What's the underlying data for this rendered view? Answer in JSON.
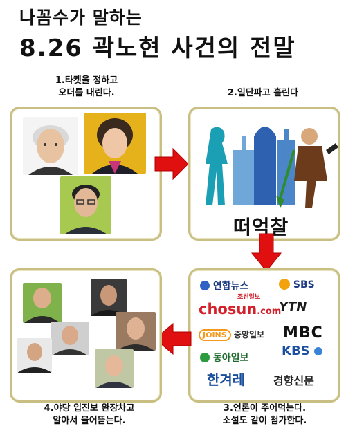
{
  "title": {
    "line1": "나꼼수가 말하는",
    "line2": "8.26 곽노현 사건의 전말"
  },
  "steps": [
    {
      "caption_line1": "1.타켓을 정하고",
      "caption_line2": "오더를 내린다."
    },
    {
      "caption_line1": "2.일단파고 흘린다",
      "caption_line2": ""
    },
    {
      "caption_line1": "3.언론이 주어먹는다.",
      "caption_line2": "소설도 같이 첨가한다."
    },
    {
      "caption_line1": "4.야당 입진보 완장차고",
      "caption_line2": "알아서 물어뜯는다."
    }
  ],
  "panel2_label": "떠억찰",
  "media": {
    "yonhap": "연합뉴스",
    "sbs": "SBS",
    "chosun_small": "조선일보",
    "chosun": "chosun",
    "chosun_com": ".com",
    "ytn": "YTN",
    "joins": "JOINS",
    "joongang": "중앙일보",
    "mbc": "MBC",
    "donga": "동아일보",
    "kbs": "KBS",
    "hankyoreh": "한겨레",
    "kyunghyang": "경향신문"
  },
  "colors": {
    "panel_border": "#c9bf82",
    "arrow_red": "#e01010",
    "chosun_red": "#d4202a",
    "hankyoreh_blue": "#1a4f9c"
  }
}
